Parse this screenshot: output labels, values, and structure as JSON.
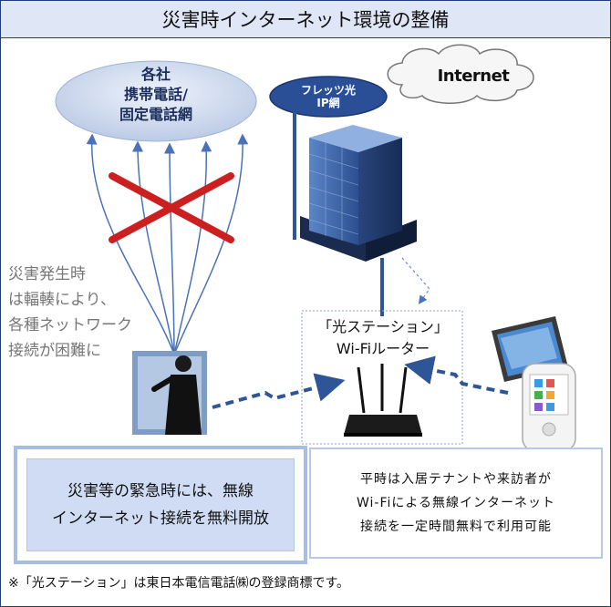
{
  "title": "災害時インターネット環境の整備",
  "carriers": {
    "lines": [
      "各社",
      "携帯電話/",
      "固定電話網"
    ]
  },
  "flets": {
    "lines": [
      "フレッツ光",
      "IP網"
    ]
  },
  "internet_label": "Internet",
  "disaster_text": {
    "lines": [
      "災害発生時",
      "は輻輳により、",
      "各種ネットワーク",
      "接続が困難に"
    ]
  },
  "station": {
    "lines": [
      "「光ステーション」",
      "Wi-Fiルーター"
    ]
  },
  "emergency_box": {
    "lines": [
      "災害等の緊急時には、無線",
      "インターネット接続を無料開放"
    ]
  },
  "normal_box": {
    "lines": [
      "平時は入居テナントや来訪者が",
      "Wi-Fiによる無線インターネット",
      "接続を一定時間無料で利用可能"
    ]
  },
  "footnote": "※「光ステーション」は東日本電信電話㈱の登録商標です。",
  "colors": {
    "accent": "#1f3d7a",
    "title_bg": "#dfe7f6",
    "cross": "#cc1f1f",
    "arrow": "#2e5597"
  }
}
